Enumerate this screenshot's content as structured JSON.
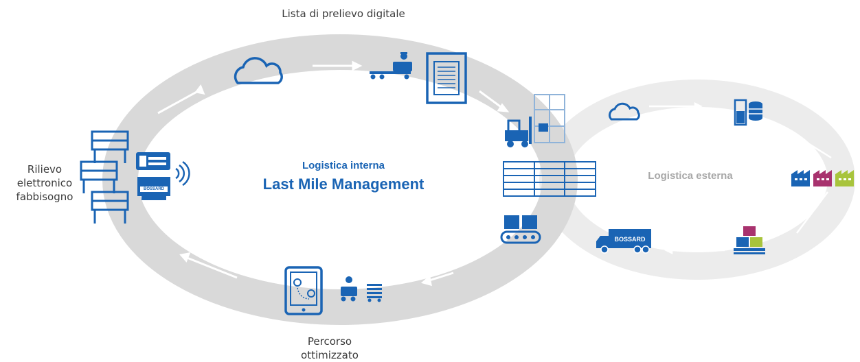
{
  "labels": {
    "top": "Lista di prelievo digitale",
    "left": [
      "Rilievo",
      "elettronico",
      "fabbisogno"
    ],
    "bottom": [
      "Percorso",
      "ottimizzato"
    ]
  },
  "center": {
    "subtitle": "Logistica interna",
    "title": "Last Mile Management"
  },
  "external": {
    "title": "Logistica esterna"
  },
  "brand": {
    "truck_text": "BOSSARD",
    "scale_text": "BOSSARD"
  },
  "colors": {
    "accent": "#1a64b4",
    "loop_inner": "#d9d9d9",
    "loop_outer": "#ececec",
    "arrow": "#ffffff",
    "factory_blue": "#1a64b4",
    "factory_magenta": "#a8326e",
    "factory_green": "#a8c43c"
  }
}
